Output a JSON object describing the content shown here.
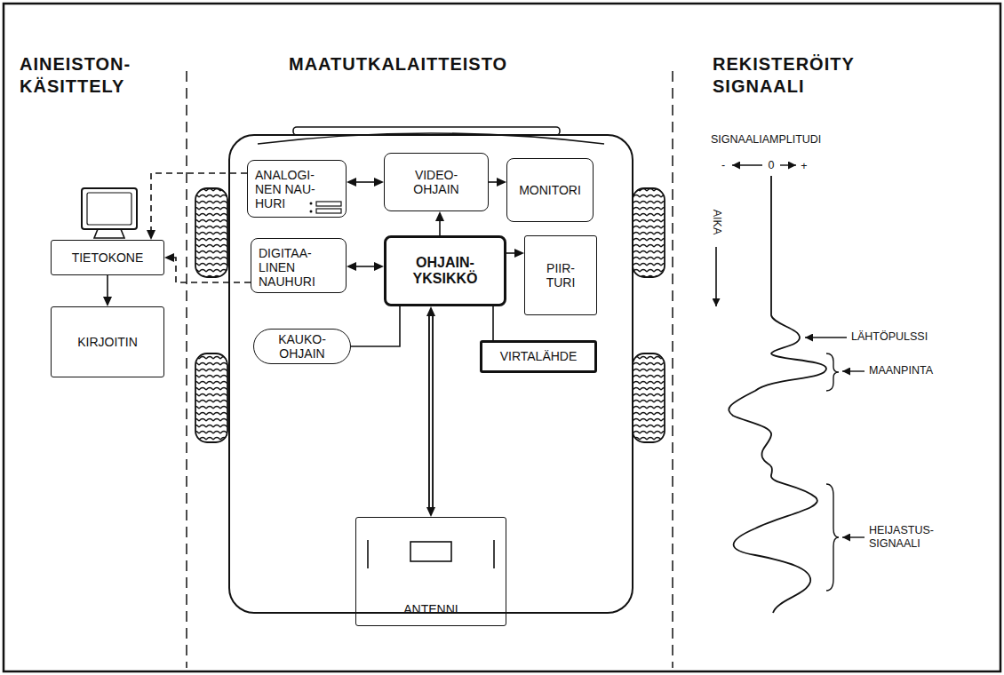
{
  "diagram": {
    "nodes": [
      {
        "text": [
          "TIETOKONE"
        ]
      },
      {
        "text": [
          "KIRJOITIN"
        ]
      },
      {
        "text": [
          "ANALOGI- NEN NAU- HURI"
        ]
      },
      {
        "text": [
          "VIDEO- OHJAIN"
        ]
      },
      {
        "text": [
          "MONITORI"
        ]
      },
      {
        "text": [
          "DIGITAA- LINEN NAUHURI"
        ]
      },
      {
        "text": [
          "OHJAIN- YKSIKKÖ"
        ]
      },
      {
        "text": [
          "PIIR- TURI"
        ]
      },
      {
        "text": [
          "KAUKO- OHJAIN"
        ]
      },
      {
        "text": [
          "VIRTALÄHDE"
        ]
      },
      {
        "text": [
          "ANTENNI"
        ]
      }
    ],
    "edges": [
      {
        "from": 2,
        "to": 3,
        "arrow": "both"
      },
      {
        "from": 3,
        "to": 4,
        "arrow": "to"
      },
      {
        "from": 5,
        "to": 6,
        "arrow": "both"
      },
      {
        "from": 6,
        "to": 3,
        "arrow": "to"
      },
      {
        "from": 6,
        "to": 7,
        "arrow": "to"
      },
      {
        "from": 8,
        "to": 6,
        "arrow": "none"
      },
      {
        "from": 9,
        "to": 6,
        "arrow": "none"
      },
      {
        "from": 10,
        "to": 6,
        "arrow": "both"
      },
      {
        "from": 2,
        "to": 0,
        "arrow": "to"
      },
      {
        "from": 5,
        "to": 0,
        "arrow": "to"
      },
      {
        "from": 0,
        "to": 1,
        "arrow": "to"
      }
    ],
    "labels": [
      "AINEISTON- KÄSITTELY",
      "MAATUTKALAITTEISTO",
      "REKISTERÖITY SIGNAALI",
      "SIGNAALIAMPLITUDI",
      "-",
      "0",
      "+",
      "AIKA",
      "LÄHTÖPULSSI",
      "MAANPINTA",
      "HEIJASTUS- SIGNAALI"
    ]
  }
}
